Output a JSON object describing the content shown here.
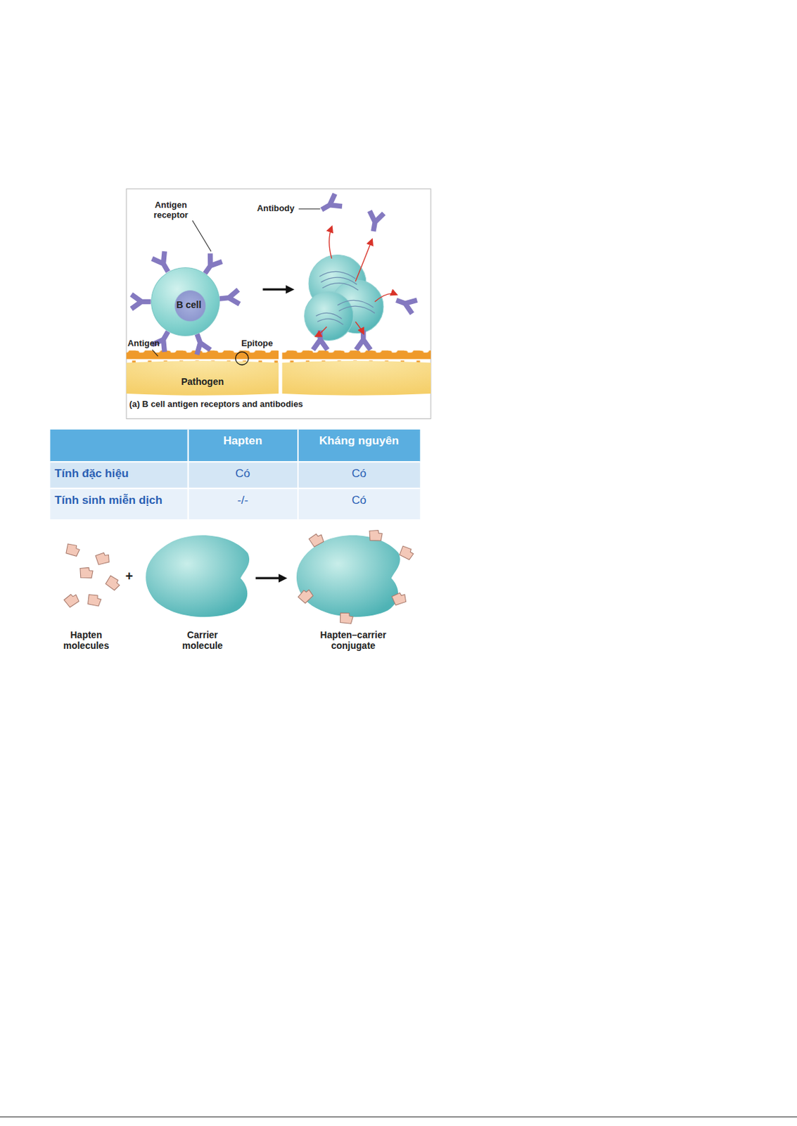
{
  "diagram": {
    "caption": "(a) B cell antigen receptors and antibodies",
    "nodes": [
      {
        "text": [
          "B cell"
        ]
      },
      {
        "text": [
          "Pathogen"
        ]
      }
    ],
    "labels": [
      "Antigen receptor",
      "Antibody",
      "Antigen",
      "Epitope",
      "Hapten",
      "Kháng nguyên",
      "Tính đặc hiệu",
      "Có",
      "Có",
      "Tính sinh miễn dịch",
      "-/-",
      "Có",
      "Hapten molecules",
      "+",
      "Carrier molecule",
      "Hapten–carrier conjugate"
    ]
  }
}
